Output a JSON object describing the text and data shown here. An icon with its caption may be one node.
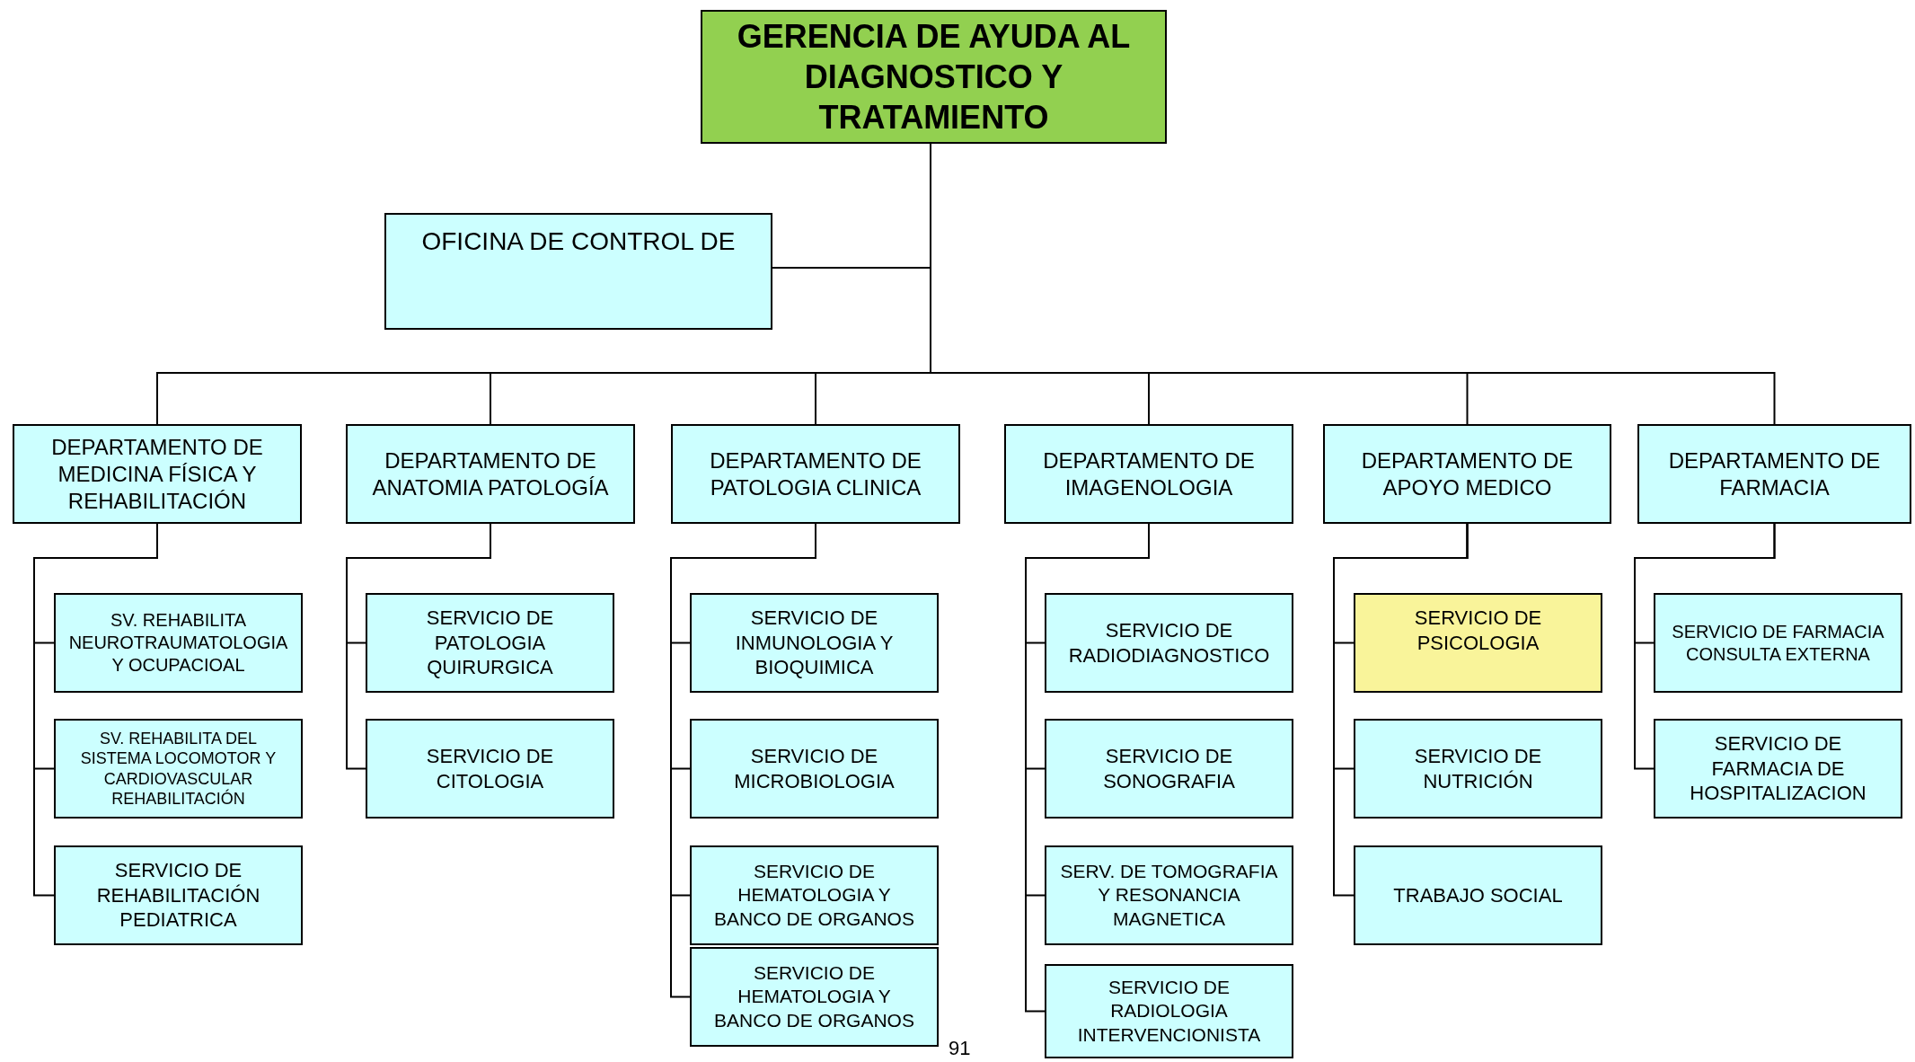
{
  "diagram": {
    "nodes": [
      {
        "text": [
          "GERENCIA DE AYUDA AL DIAGNOSTICO Y TRATAMIENTO"
        ]
      },
      {
        "text": [
          "OFICINA DE CONTROL DE"
        ]
      },
      {
        "text": [
          "DEPARTAMENTO DE MEDICINA FÍSICA Y REHABILITACIÓN"
        ]
      },
      {
        "text": [
          "DEPARTAMENTO DE ANATOMIA PATOLOGÍA"
        ]
      },
      {
        "text": [
          "DEPARTAMENTO DE PATOLOGIA CLINICA"
        ]
      },
      {
        "text": [
          "DEPARTAMENTO DE IMAGENOLOGIA"
        ]
      },
      {
        "text": [
          "DEPARTAMENTO DE APOYO MEDICO"
        ]
      },
      {
        "text": [
          "DEPARTAMENTO DE FARMACIA"
        ]
      },
      {
        "text": [
          "SV. REHABILITA NEUROTRAUMATOLOGIA Y OCUPACIOAL"
        ]
      },
      {
        "text": [
          "SV. REHABILITA DEL SISTEMA LOCOMOTOR Y CARDIOVASCULAR REHABILITACIÓN"
        ]
      },
      {
        "text": [
          "SERVICIO DE REHABILITACIÓN PEDIATRICA"
        ]
      },
      {
        "text": [
          "SERVICIO DE PATOLOGIA QUIRURGICA"
        ]
      },
      {
        "text": [
          "SERVICIO DE CITOLOGIA"
        ]
      },
      {
        "text": [
          "SERVICIO DE INMUNOLOGIA Y BIOQUIMICA"
        ]
      },
      {
        "text": [
          "SERVICIO DE MICROBIOLOGIA"
        ]
      },
      {
        "text": [
          "SERVICIO DE HEMATOLOGIA Y BANCO DE ORGANOS"
        ]
      },
      {
        "text": [
          "SERVICIO DE HEMATOLOGIA Y BANCO DE ORGANOS"
        ]
      },
      {
        "text": [
          "SERVICIO DE RADIODIAGNOSTICO"
        ]
      },
      {
        "text": [
          "SERVICIO DE SONOGRAFIA"
        ]
      },
      {
        "text": [
          "SERV. DE TOMOGRAFIA Y RESONANCIA MAGNETICA"
        ]
      },
      {
        "text": [
          "SERVICIO DE RADIOLOGIA INTERVENCIONISTA"
        ]
      },
      {
        "text": [
          "SERVICIO DE PSICOLOGIA"
        ]
      },
      {
        "text": [
          "SERVICIO DE NUTRICIÓN"
        ]
      },
      {
        "text": [
          "TRABAJO SOCIAL"
        ]
      },
      {
        "text": [
          "SERVICIO DE FARMACIA CONSULTA EXTERNA"
        ]
      },
      {
        "text": [
          "SERVICIO DE FARMACIA DE HOSPITALIZACION"
        ]
      }
    ],
    "edges": [
      {
        "from": 0,
        "to": 1,
        "arrow": "none"
      },
      {
        "from": 0,
        "to": 2,
        "arrow": "none"
      },
      {
        "from": 0,
        "to": 3,
        "arrow": "none"
      },
      {
        "from": 0,
        "to": 4,
        "arrow": "none"
      },
      {
        "from": 0,
        "to": 5,
        "arrow": "none"
      },
      {
        "from": 0,
        "to": 6,
        "arrow": "none"
      },
      {
        "from": 0,
        "to": 7,
        "arrow": "none"
      },
      {
        "from": 2,
        "to": 8,
        "arrow": "none"
      },
      {
        "from": 2,
        "to": 9,
        "arrow": "none"
      },
      {
        "from": 2,
        "to": 10,
        "arrow": "none"
      },
      {
        "from": 3,
        "to": 11,
        "arrow": "none"
      },
      {
        "from": 3,
        "to": 12,
        "arrow": "none"
      },
      {
        "from": 4,
        "to": 13,
        "arrow": "none"
      },
      {
        "from": 4,
        "to": 14,
        "arrow": "none"
      },
      {
        "from": 4,
        "to": 15,
        "arrow": "none"
      },
      {
        "from": 4,
        "to": 16,
        "arrow": "none"
      },
      {
        "from": 5,
        "to": 17,
        "arrow": "none"
      },
      {
        "from": 5,
        "to": 18,
        "arrow": "none"
      },
      {
        "from": 5,
        "to": 19,
        "arrow": "none"
      },
      {
        "from": 5,
        "to": 20,
        "arrow": "none"
      },
      {
        "from": 6,
        "to": 21,
        "arrow": "none"
      },
      {
        "from": 6,
        "to": 22,
        "arrow": "none"
      },
      {
        "from": 6,
        "to": 23,
        "arrow": "none"
      },
      {
        "from": 7,
        "to": 24,
        "arrow": "none"
      },
      {
        "from": 7,
        "to": 25,
        "arrow": "none"
      }
    ],
    "labels": [
      "91"
    ]
  }
}
